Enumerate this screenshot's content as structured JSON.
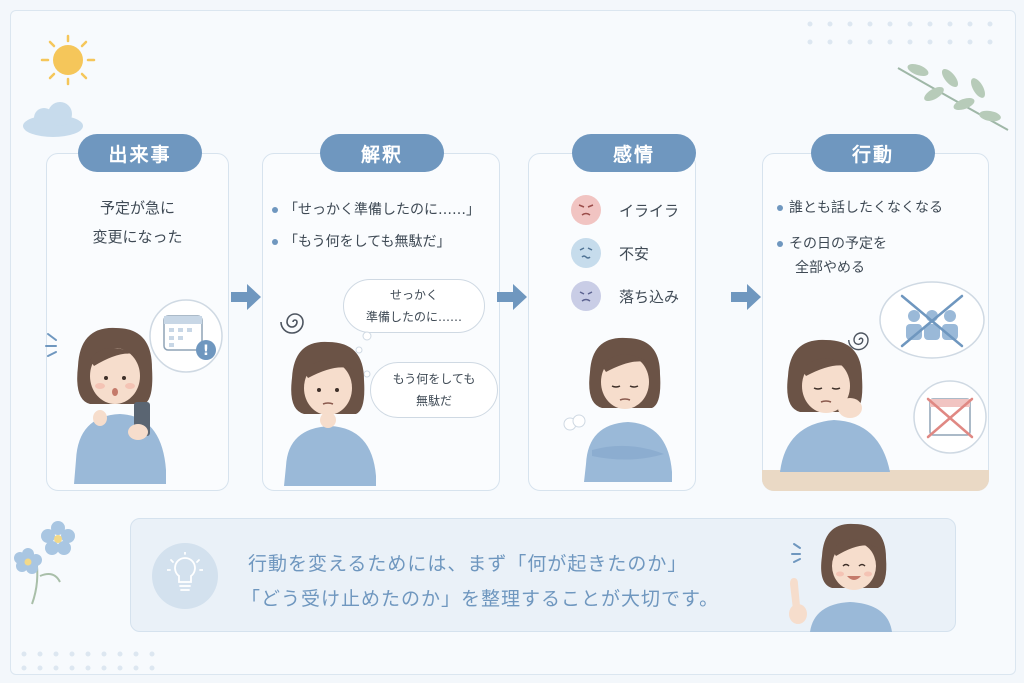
{
  "steps": [
    {
      "title": "出来事",
      "lines": [
        "予定が急に",
        "変更になった"
      ]
    },
    {
      "title": "解釈",
      "bullets": [
        "「せっかく準備したのに……」",
        "「もう何をしても無駄だ」"
      ],
      "bubbles": [
        [
          "せっかく",
          "準備したのに……"
        ],
        [
          "もう何をしても",
          "無駄だ"
        ]
      ]
    },
    {
      "title": "感情",
      "emotions": [
        {
          "label": "イライラ",
          "icon": "angry-face-icon",
          "color": "#f1c4c2"
        },
        {
          "label": "不安",
          "icon": "anxious-face-icon",
          "color": "#c6dcec"
        },
        {
          "label": "落ち込み",
          "icon": "sad-face-icon",
          "color": "#c9cde6"
        }
      ]
    },
    {
      "title": "行動",
      "bullets": [
        "誰とも話したくなくなる",
        "その日の予定を"
      ],
      "continuation": "全部やめる"
    }
  ],
  "summary": {
    "line1": "行動を変えるためには、まず「何が起きたのか」",
    "line2": "「どう受け止めたのか」を整理することが大切です。"
  },
  "colors": {
    "accent": "#6f97bf",
    "card_border": "#d7e3ee",
    "banner": "#eaf1f8",
    "sun": "#f5c65a"
  }
}
